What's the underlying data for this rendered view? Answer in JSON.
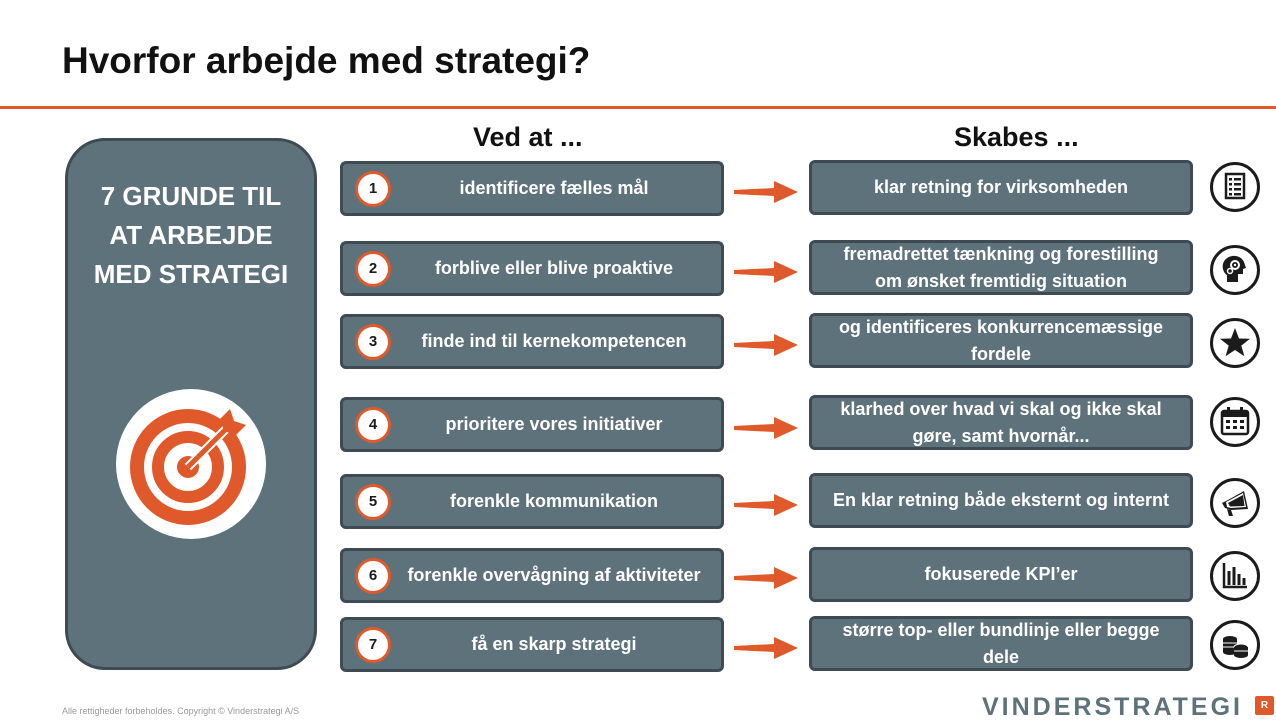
{
  "slide": {
    "title": "Hvorfor arbejde med strategi?",
    "left_heading_lines": [
      "7 GRUNDE TIL",
      "AT ARBEJDE",
      "MED STRATEGI"
    ],
    "col_left": "Ved at ...",
    "col_right": "Skabes ...",
    "accent_color": "#e0592a",
    "box_color": "#5e727c",
    "rows": [
      {
        "num": "1",
        "action": "identificere fælles mål",
        "result": "klar retning for virksomheden",
        "icon": "list-document-icon"
      },
      {
        "num": "2",
        "action": "forblive eller blive proaktive",
        "result": "fremadrettet tænkning og forestilling om ønsket fremtidig situation",
        "icon": "head-gears-icon"
      },
      {
        "num": "3",
        "action": "finde ind til kernekompetencen",
        "result": "og identificeres konkurrencemæssige fordele",
        "icon": "star-icon"
      },
      {
        "num": "4",
        "action": "prioritere vores initiativer",
        "result": "klarhed over hvad vi skal og ikke skal gøre, samt hvornår...",
        "icon": "calendar-icon"
      },
      {
        "num": "5",
        "action": "forenkle kommunikation",
        "result": "En klar retning både eksternt og internt",
        "icon": "megaphone-icon"
      },
      {
        "num": "6",
        "action": "forenkle overvågning af aktiviteter",
        "result": "fokuserede KPI’er",
        "icon": "bar-chart-icon"
      },
      {
        "num": "7",
        "action": "få en skarp strategi",
        "result": "større top- eller bundlinje eller begge dele",
        "icon": "coins-icon"
      }
    ],
    "footer": "Alle rettigheder forbeholdes. Copyright © Vinderstrategi A/S",
    "brand": "VINDERSTRATEGI",
    "brand_badge": "R"
  }
}
